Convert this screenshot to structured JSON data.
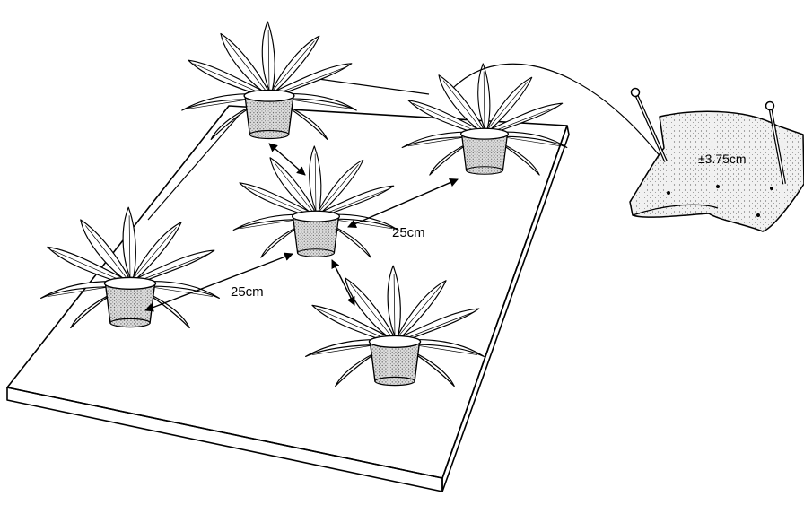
{
  "figure": {
    "labels": {
      "spacing_center_to_right": "25cm",
      "spacing_left_to_center": "25cm",
      "cloth_depth": "±3.75cm"
    },
    "plants": [
      {
        "name": "plant-top-left"
      },
      {
        "name": "plant-top-right"
      },
      {
        "name": "plant-center"
      },
      {
        "name": "plant-left"
      },
      {
        "name": "plant-bottom"
      }
    ]
  }
}
